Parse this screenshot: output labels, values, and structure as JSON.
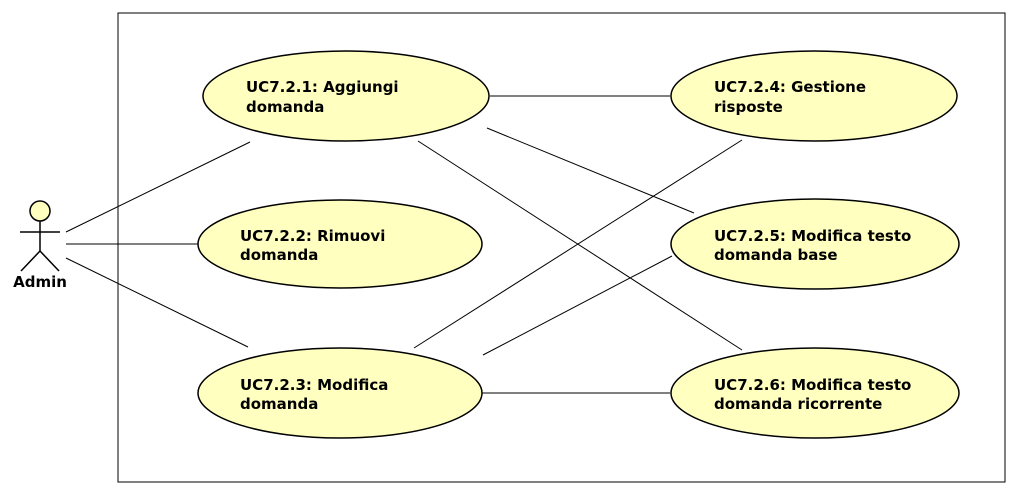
{
  "colors": {
    "use_case_fill": "#ffffc0",
    "stroke": "#000000",
    "background": "#ffffff"
  },
  "actor": {
    "label": "Admin"
  },
  "use_cases": [
    {
      "id": "uc721",
      "lines": [
        "UC7.2.1: Aggiungi",
        "domanda"
      ]
    },
    {
      "id": "uc722",
      "lines": [
        "UC7.2.2: Rimuovi",
        "domanda"
      ]
    },
    {
      "id": "uc723",
      "lines": [
        "UC7.2.3: Modifica",
        "domanda"
      ]
    },
    {
      "id": "uc724",
      "lines": [
        "UC7.2.4: Gestione",
        "risposte"
      ]
    },
    {
      "id": "uc725",
      "lines": [
        "UC7.2.5: Modifica testo",
        "domanda base"
      ]
    },
    {
      "id": "uc726",
      "lines": [
        "UC7.2.6: Modifica testo",
        "domanda ricorrente"
      ]
    }
  ]
}
